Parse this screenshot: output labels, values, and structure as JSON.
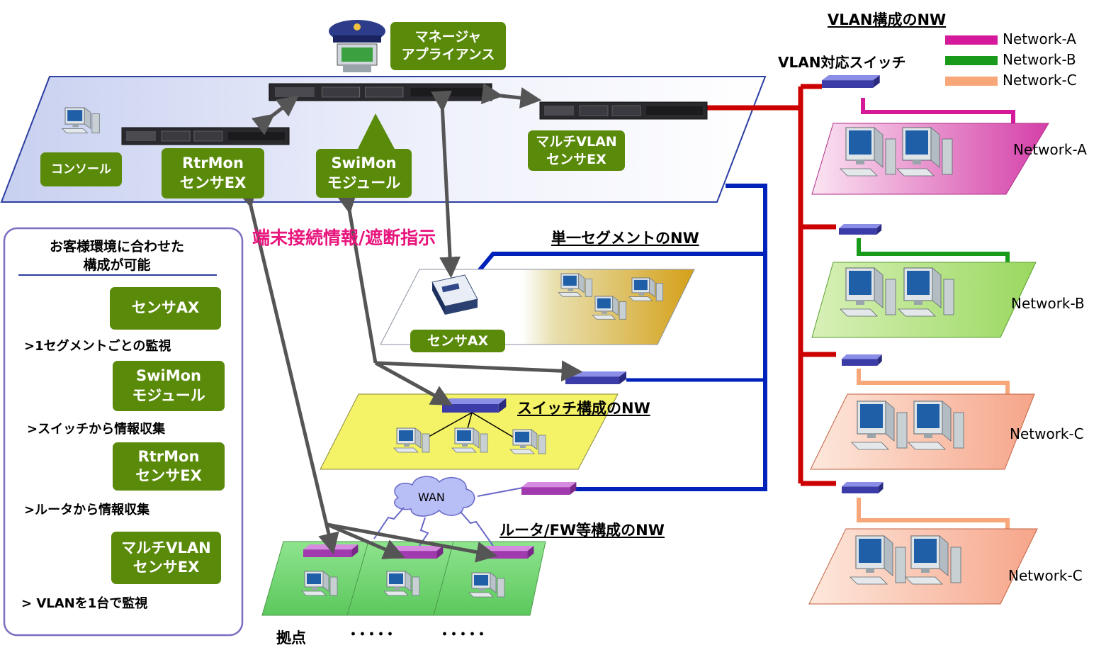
{
  "manager": {
    "label": "マネージャ\nアプライアンス"
  },
  "top_panel": {
    "console_label": "コンソール",
    "rtrmon_label": "RtrMon\nセンサEX",
    "swimon_label": "SwiMon\nモジュール",
    "multivlan_label": "マルチVLAN\nセンサEX"
  },
  "flow_caption": "端末接続情報/遮断指示",
  "segments": {
    "single_title": "単一セグメントのNW",
    "single_sensor_label": "センサAX",
    "switch_title": "スイッチ構成のNW",
    "router_title": "ルータ/FW等構成のNW",
    "wan_label": "WAN",
    "site_label": "拠点",
    "ellipsis_1": "・・・・・",
    "ellipsis_2": "・・・・・"
  },
  "options": {
    "title": "お客様環境に合わせた\n構成が可能",
    "items": [
      {
        "label": "センサAX",
        "desc": ">1セグメントごとの監視"
      },
      {
        "label": "SwiMon\nモジュール",
        "desc": ">スイッチから情報収集"
      },
      {
        "label": "RtrMon\nセンサEX",
        "desc": ">ルータから情報収集"
      },
      {
        "label": "マルチVLAN\nセンサEX",
        "desc": "> VLANを1台で監視"
      }
    ]
  },
  "vlan": {
    "title": "VLAN構成のNW",
    "switch_label": "VLAN対応スイッチ",
    "legend": [
      {
        "name": "Network-A",
        "color": "#d4199a"
      },
      {
        "name": "Network-B",
        "color": "#1a9a1a"
      },
      {
        "name": "Network-C",
        "color": "#f7a77a"
      }
    ],
    "networks": [
      "Network-A",
      "Network-B",
      "Network-C",
      "Network-C"
    ]
  },
  "colors": {
    "green_box": "#5a8a0a",
    "vlan_trunk": "#cc0000",
    "segment_line": "#0022bb",
    "arrow": "#555555",
    "caption": "#e8157d"
  }
}
